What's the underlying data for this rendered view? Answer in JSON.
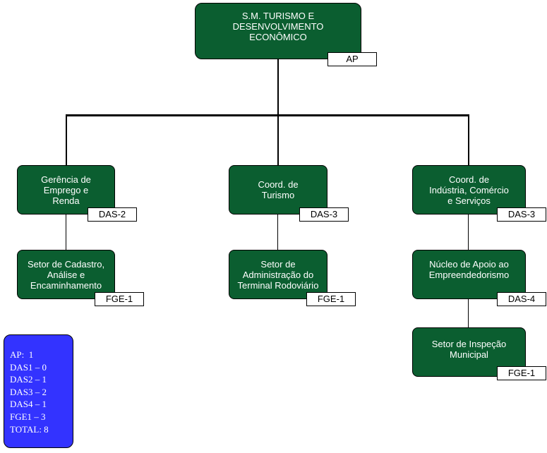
{
  "top": {
    "title": "S.M. TURISMO E\nDESENVOLVIMENTO\nECONÔMICO",
    "tag": "AP"
  },
  "branches": [
    {
      "title": "Gerência de\nEmprego e\nRenda",
      "tag": "DAS-2",
      "children": [
        {
          "title": "Setor de Cadastro,\nAnálise e\nEncaminhamento",
          "tag": "FGE-1"
        }
      ]
    },
    {
      "title": "Coord. de\nTurismo",
      "tag": "DAS-3",
      "children": [
        {
          "title": "Setor de\nAdministração do\nTerminal Rodoviário",
          "tag": "FGE-1"
        }
      ]
    },
    {
      "title": "Coord. de\nIndústria, Comércio\ne Serviços",
      "tag": "DAS-3",
      "children": [
        {
          "title": "Núcleo de Apoio ao\nEmpreendedorismo",
          "tag": "DAS-4"
        },
        {
          "title": "Setor de Inspeção\nMunicipal",
          "tag": "FGE-1"
        }
      ]
    }
  ],
  "legend": {
    "lines": [
      "AP:  1",
      "DAS1 – 0",
      "DAS2 – 1",
      "DAS3 – 2",
      "DAS4 – 1",
      "FGE1 – 3",
      "TOTAL: 8"
    ]
  },
  "colors": {
    "box": "#0b5e30",
    "legend": "#3333ff",
    "connector": "#000000"
  }
}
